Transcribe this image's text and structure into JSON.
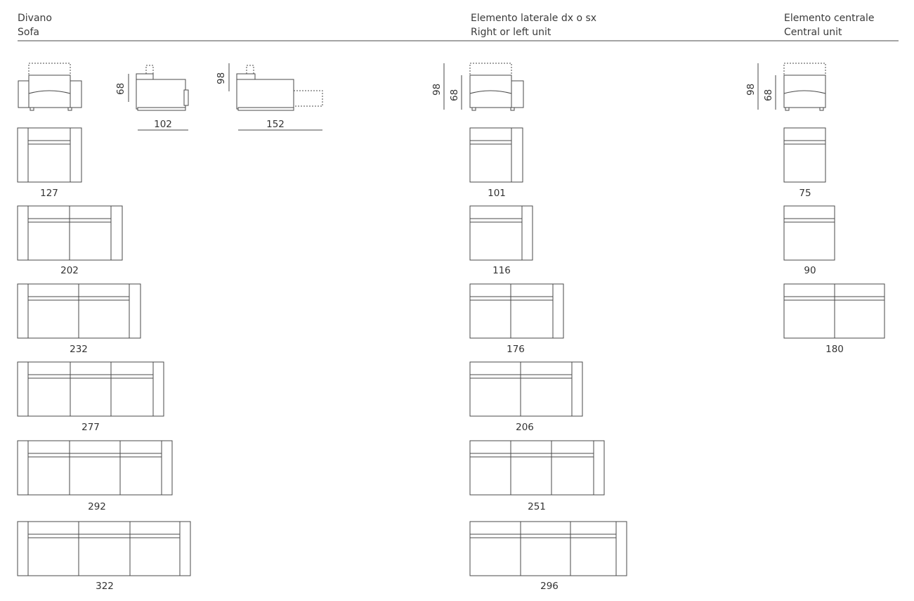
{
  "columns": {
    "sofa": {
      "title_it": "Divano",
      "title_en": "Sofa"
    },
    "side": {
      "title_it": "Elemento laterale dx o sx",
      "title_en": "Right or left unit"
    },
    "central": {
      "title_it": "Elemento centrale",
      "title_en": "Central unit"
    }
  },
  "side_views": {
    "seat_height": "68",
    "back_height": "98",
    "depth_standard": "102",
    "depth_extended": "152"
  },
  "sofa_widths": [
    "127",
    "202",
    "232",
    "277",
    "292",
    "322"
  ],
  "side_unit_widths": [
    "101",
    "116",
    "176",
    "206",
    "251",
    "296"
  ],
  "central_unit_widths": [
    "75",
    "90",
    "180"
  ]
}
